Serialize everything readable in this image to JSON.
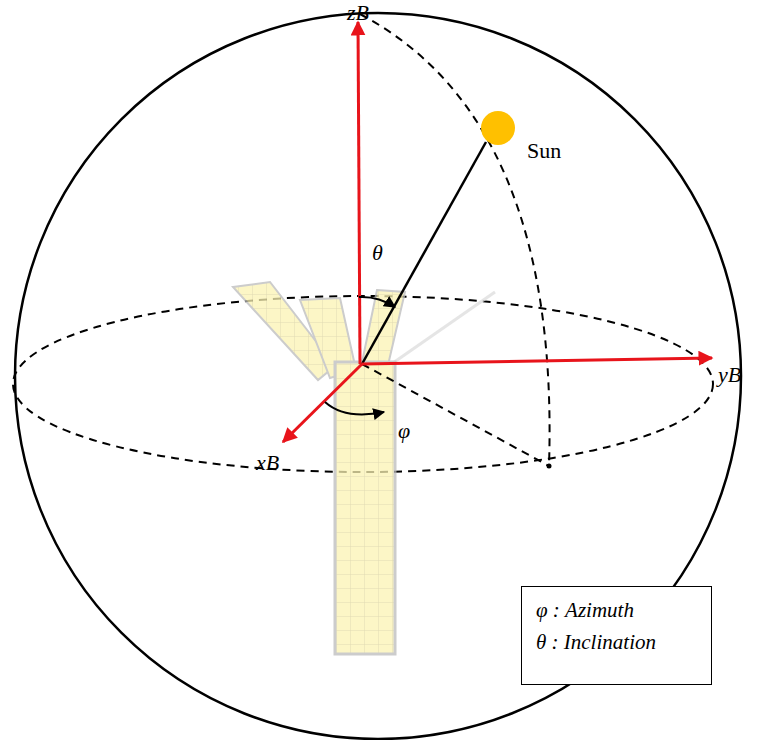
{
  "diagram": {
    "nodes": [
      {
        "text": [
          "φ : Azimuth",
          "θ : Inclination"
        ]
      }
    ],
    "labels": [
      "zB",
      "Sun",
      "θ",
      "yB",
      "xB",
      "φ"
    ]
  }
}
